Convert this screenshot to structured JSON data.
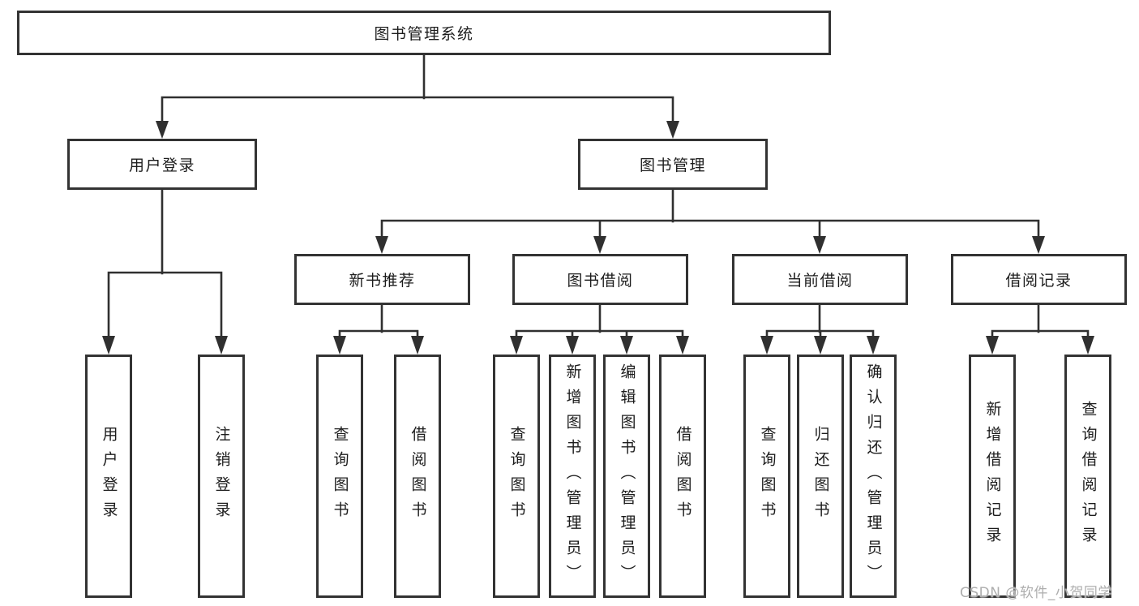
{
  "diagram": {
    "root": {
      "label": "图书管理系统"
    },
    "level2": [
      {
        "id": "user-login",
        "label": "用户登录"
      },
      {
        "id": "book-management",
        "label": "图书管理"
      }
    ],
    "level3": [
      {
        "id": "new-book-recommend",
        "label": "新书推荐"
      },
      {
        "id": "book-borrow",
        "label": "图书借阅"
      },
      {
        "id": "current-borrow",
        "label": "当前借阅"
      },
      {
        "id": "borrow-records",
        "label": "借阅记录"
      }
    ],
    "leaves": {
      "user_login": [
        "用户登录",
        "注销登录"
      ],
      "new_book_recommend": [
        "查询图书",
        "借阅图书"
      ],
      "book_borrow": [
        "查询图书",
        "新增图书（管理员）",
        "编辑图书（管理员）",
        "借阅图书"
      ],
      "current_borrow": [
        "查询图书",
        "归还图书",
        "确认归还（管理员）"
      ],
      "borrow_records": [
        "新增借阅记录",
        "查询借阅记录"
      ]
    }
  },
  "watermark": {
    "text": "CSDN @软件_小贺同学"
  },
  "colors": {
    "line": "#303030",
    "box_border": "#333333",
    "text": "#1c1c1c",
    "watermark": "#aeaeae",
    "background": "#ffffff"
  }
}
